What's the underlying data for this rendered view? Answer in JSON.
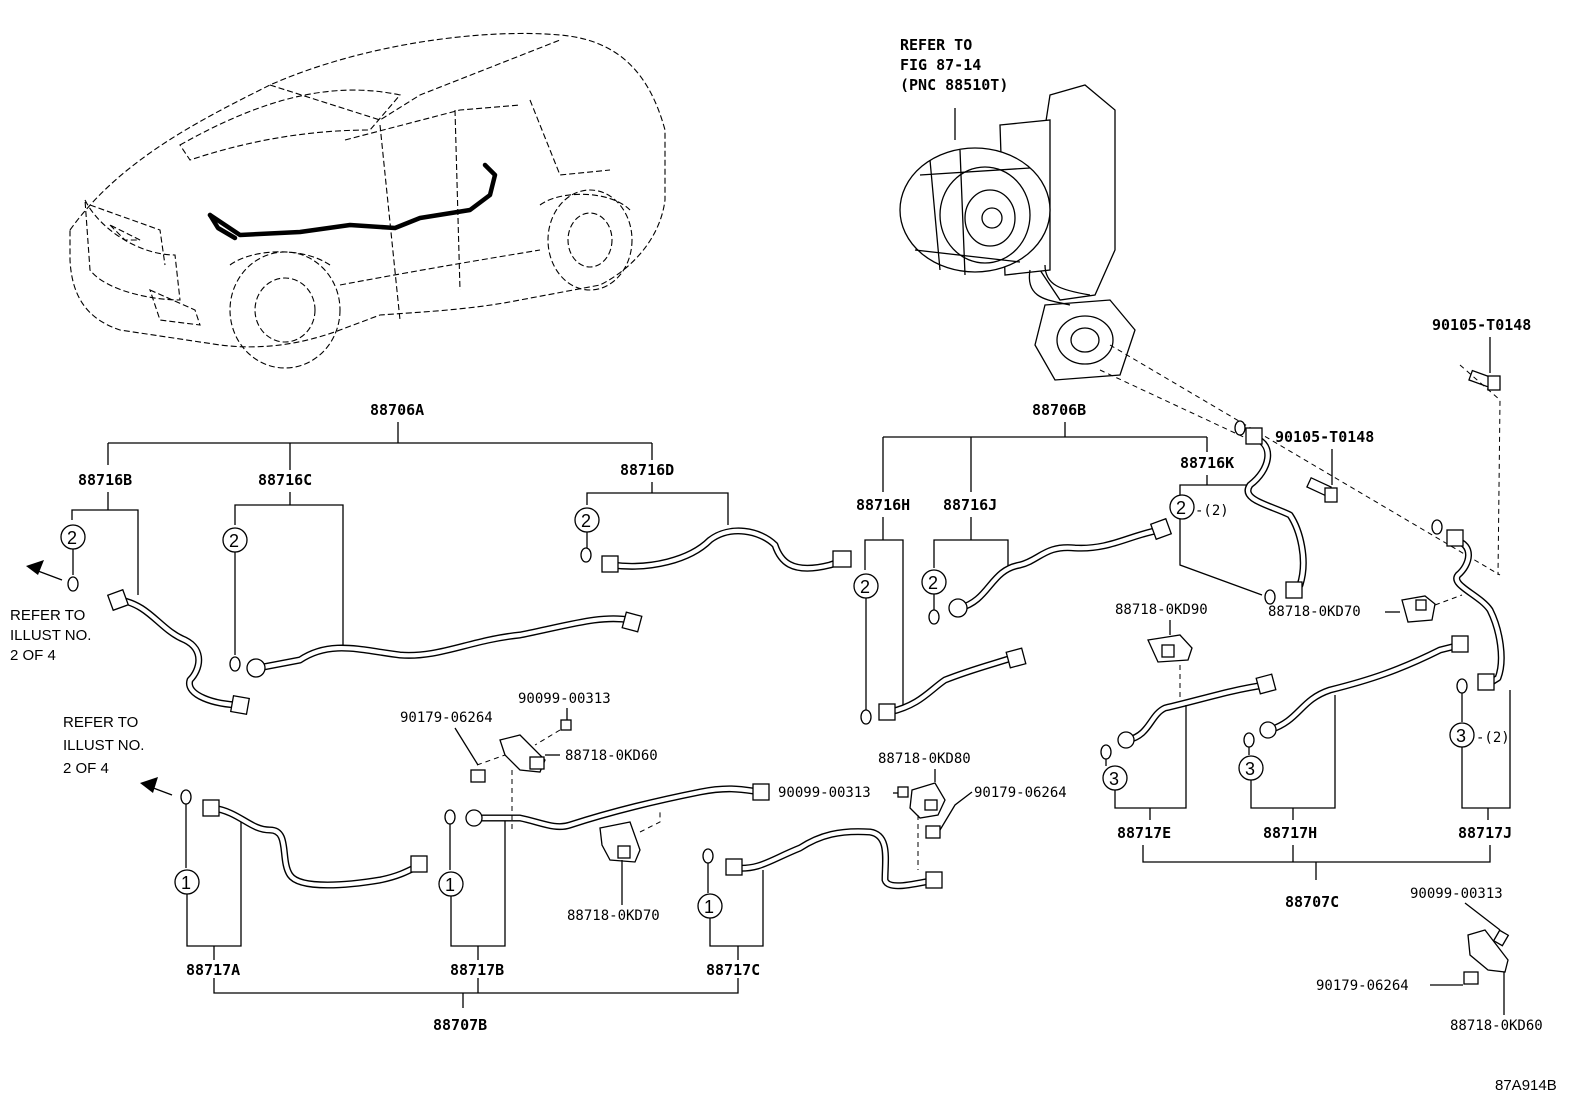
{
  "diagram_id": "87A914B",
  "refer_fig": {
    "line1": "REFER TO",
    "line2": "FIG 87-14",
    "line3": "(PNC 88510T)"
  },
  "refer_illust_top": {
    "line1": "REFER TO",
    "line2": "ILLUST NO.",
    "line3": "2 OF 4"
  },
  "refer_illust_bottom": {
    "line1": "REFER TO",
    "line2": "ILLUST NO.",
    "line3": "2 OF 4"
  },
  "groups": {
    "g88706A": "88706A",
    "g88706B": "88706B",
    "g88707B": "88707B",
    "g88707C": "88707C"
  },
  "parts": {
    "p88716B": "88716B",
    "p88716C": "88716C",
    "p88716D": "88716D",
    "p88716H": "88716H",
    "p88716J": "88716J",
    "p88716K": "88716K",
    "p88717A": "88717A",
    "p88717B": "88717B",
    "p88717C": "88717C",
    "p88717E": "88717E",
    "p88717H": "88717H",
    "p88717J": "88717J",
    "bolt_top_right": "90105-T0148",
    "bolt_mid_right": "90105-T0148",
    "clamp_kd90": "88718-0KD90",
    "clamp_kd70_right": "88718-0KD70",
    "clamp_kd70_mid": "88718-0KD70",
    "clamp_kd60_mid": "88718-0KD60",
    "clamp_kd80": "88718-0KD80",
    "clamp_kd60_br": "88718-0KD60",
    "screw_a": "90099-00313",
    "screw_b": "90099-00313",
    "screw_c": "90099-00313",
    "nut_a": "90179-06264",
    "nut_b": "90179-06264",
    "nut_c": "90179-06264"
  },
  "callouts": {
    "one": "1",
    "two": "2",
    "three": "3",
    "qty2": "-(2)"
  }
}
